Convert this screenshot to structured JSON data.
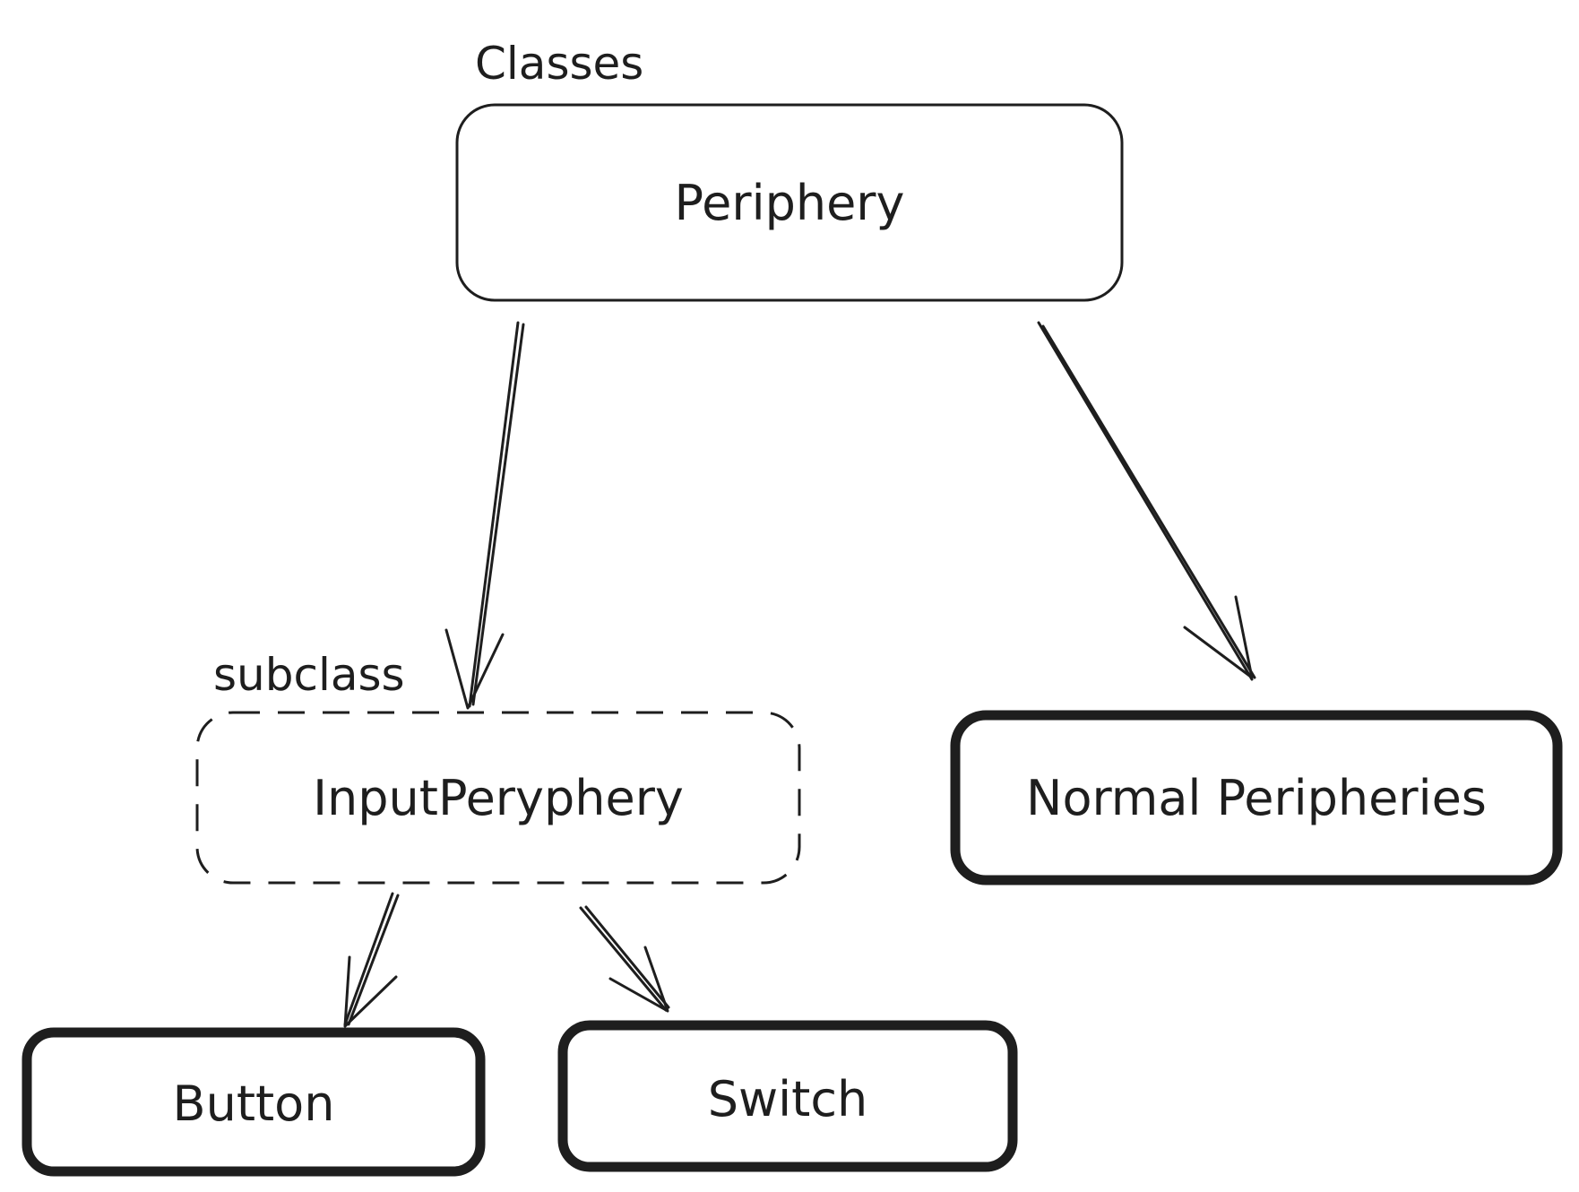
{
  "annotations": {
    "classes": "Classes",
    "subclass": "subclass"
  },
  "nodes": {
    "periphery": "Periphery",
    "input_perypherry": "InputPeryphery",
    "normal_peripheries": "Normal Peripheries",
    "button": "Button",
    "switch": "Switch"
  },
  "colors": {
    "stroke": "#1e1e1e",
    "background": "#ffffff"
  }
}
